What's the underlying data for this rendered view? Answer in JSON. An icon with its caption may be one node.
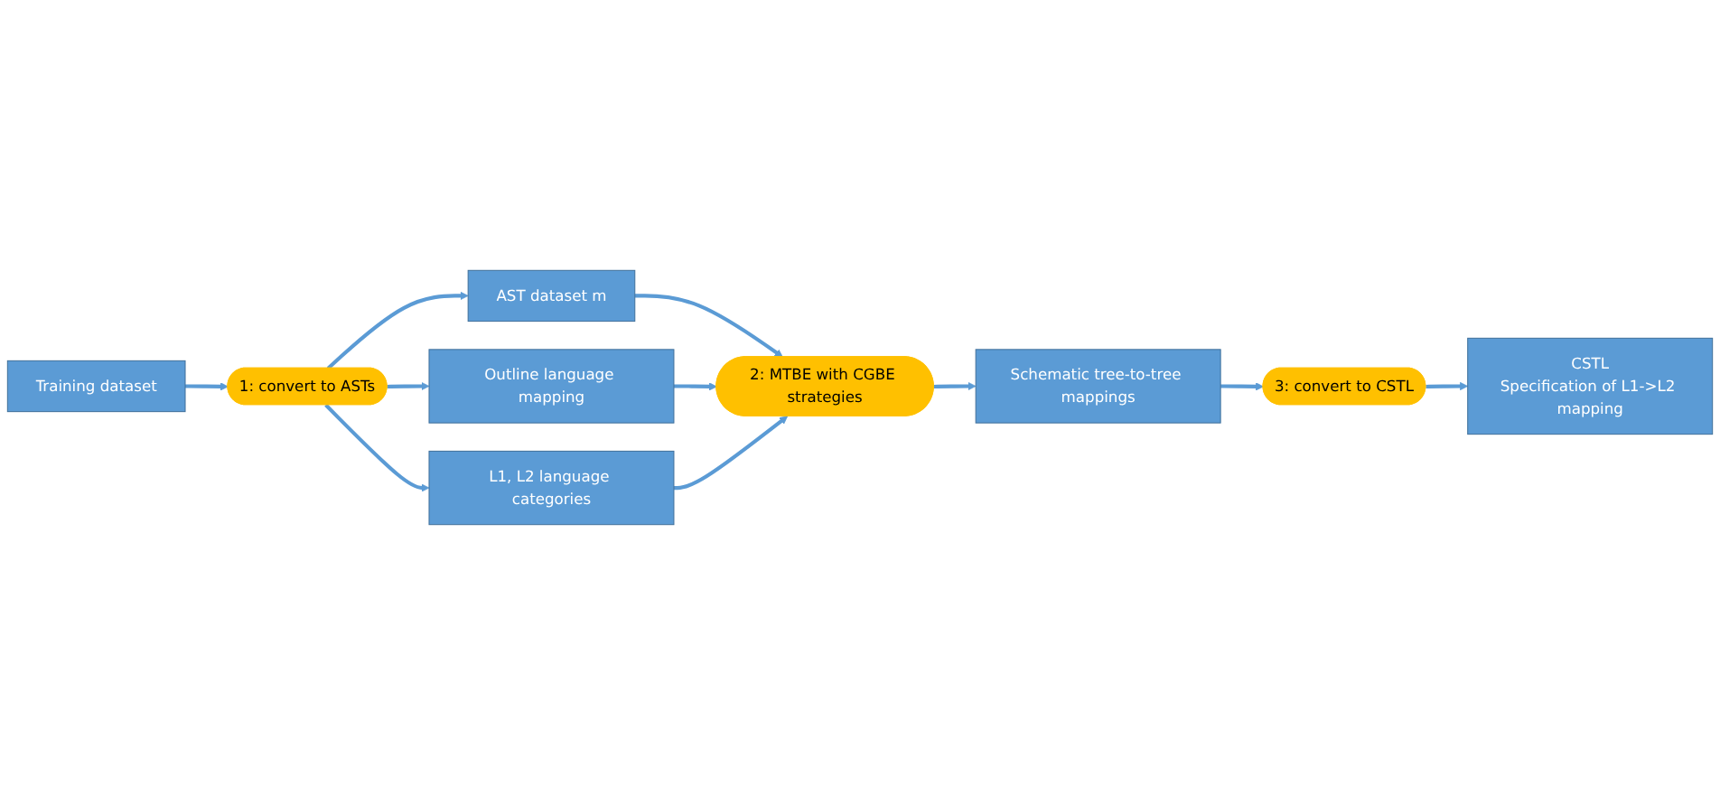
{
  "diagram": {
    "nodes": [
      {
        "text": [
          "Training dataset"
        ]
      },
      {
        "text": [
          "1: convert to ASTs"
        ]
      },
      {
        "text": [
          "AST dataset m"
        ]
      },
      {
        "text": [
          "L1, L2 language categories"
        ]
      },
      {
        "text": [
          "Outline language mapping"
        ]
      },
      {
        "text": [
          "2: MTBE with CGBE strategies"
        ]
      },
      {
        "text": [
          "Schematic tree-to-tree mappings"
        ]
      },
      {
        "text": [
          "3: convert to CSTL"
        ]
      },
      {
        "text": [
          "CSTL",
          "Specification of L1->L2 mapping"
        ]
      }
    ],
    "edges": [
      {
        "from": 0,
        "to": 1,
        "arrow": "to"
      },
      {
        "from": 1,
        "to": 2,
        "arrow": "to"
      },
      {
        "from": 1,
        "to": 3,
        "arrow": "to"
      },
      {
        "from": 1,
        "to": 4,
        "arrow": "to"
      },
      {
        "from": 2,
        "to": 5,
        "arrow": "to"
      },
      {
        "from": 4,
        "to": 5,
        "arrow": "to"
      },
      {
        "from": 3,
        "to": 5,
        "arrow": "to"
      },
      {
        "from": 5,
        "to": 6,
        "arrow": "to"
      },
      {
        "from": 6,
        "to": 7,
        "arrow": "to"
      },
      {
        "from": 7,
        "to": 8,
        "arrow": "to"
      }
    ]
  }
}
